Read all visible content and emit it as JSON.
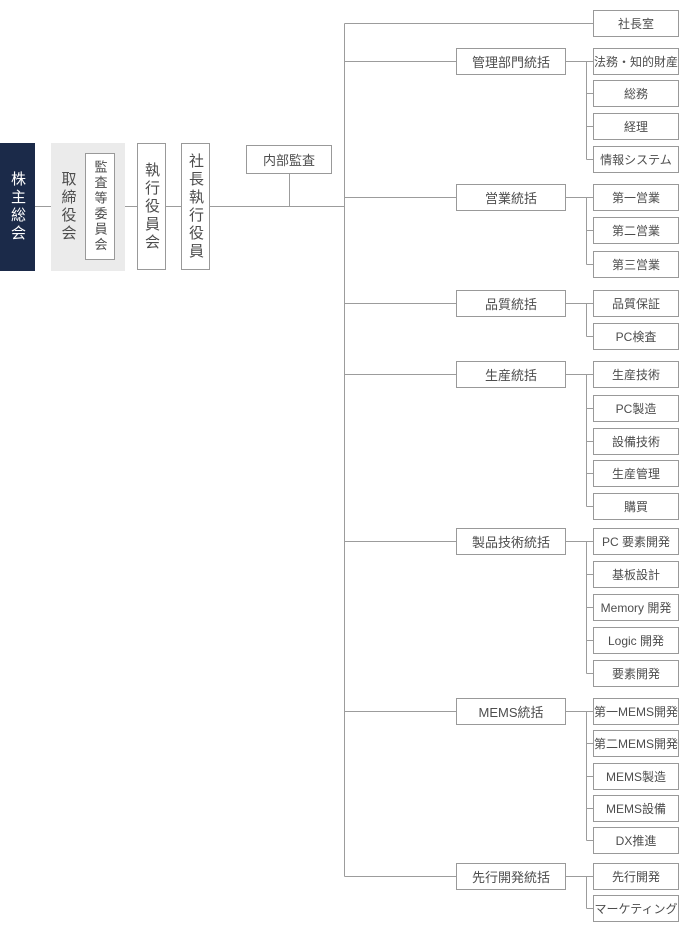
{
  "chart": {
    "title_hidden": "",
    "governance": [
      {
        "label": "株主総会"
      },
      {
        "label": "取締役会"
      },
      {
        "label": "監査等委員会"
      },
      {
        "label": "執行役員会"
      },
      {
        "label": "社長執行役員"
      }
    ],
    "internal_audit": "内部監査",
    "president_office": "社長室",
    "groups": [
      {
        "label": "管理部門統括",
        "children": [
          "法務・知的財産",
          "総務",
          "経理",
          "情報システム"
        ]
      },
      {
        "label": "営業統括",
        "children": [
          "第一営業",
          "第二営業",
          "第三営業"
        ]
      },
      {
        "label": "品質統括",
        "children": [
          "品質保証",
          "PC検査"
        ]
      },
      {
        "label": "生産統括",
        "children": [
          "生産技術",
          "PC製造",
          "設備技術",
          "生産管理",
          "購買"
        ]
      },
      {
        "label": "製品技術統括",
        "children": [
          "PC 要素開発",
          "基板設計",
          "Memory 開発",
          "Logic 開発",
          "要素開発"
        ]
      },
      {
        "label": "MEMS統括",
        "children": [
          "第一MEMS開発",
          "第二MEMS開発",
          "MEMS製造",
          "MEMS設備",
          "DX推進"
        ]
      },
      {
        "label": "先行開発統括",
        "children": [
          "先行開発",
          "マーケティング"
        ]
      }
    ],
    "colors": {
      "navy": "#1b2a49",
      "box_border": "#999999",
      "line": "#9c9c9c",
      "text": "#4d4d4d",
      "gray_fill": "#ebebeb"
    }
  }
}
